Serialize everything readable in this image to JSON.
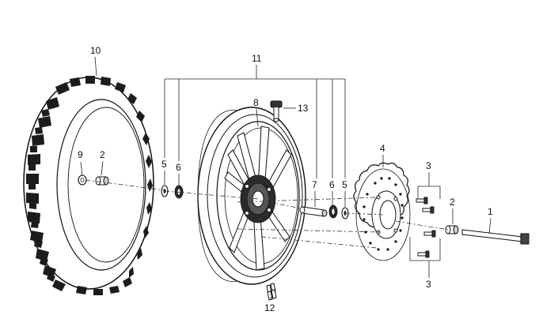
{
  "diagram": {
    "callouts": {
      "c1": "1",
      "c2a": "2",
      "c2b": "2",
      "c3a": "3",
      "c3b": "3",
      "c4": "4",
      "c5a": "5",
      "c5b": "5",
      "c6a": "6",
      "c6b": "6",
      "c7": "7",
      "c8": "8",
      "c9": "9",
      "c10": "10",
      "c11": "11",
      "c12": "12",
      "c13": "13"
    }
  }
}
